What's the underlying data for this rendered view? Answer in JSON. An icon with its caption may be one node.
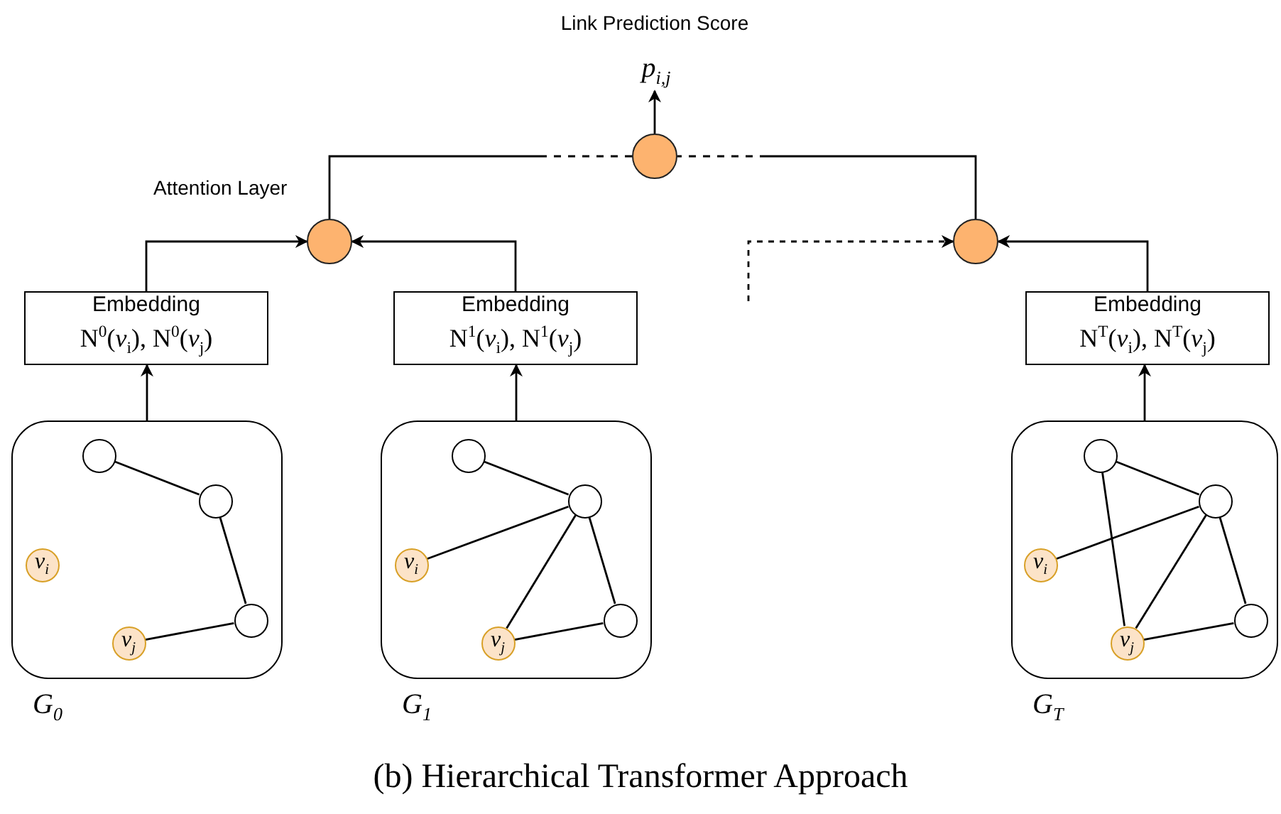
{
  "diagram": {
    "caption": "(b) Hierarchical Transformer Approach",
    "nodes": [
      {
        "text": [
          "p$_{i,j}$"
        ]
      },
      {
        "text": [],
        "shape": "circle"
      },
      {
        "text": [],
        "shape": "circle"
      },
      {
        "text": [],
        "shape": "circle"
      },
      {
        "text": [
          "Embedding",
          "N$^{0}$(*v*$_{i}$), N$^{0}$(*v*$_{j}$)"
        ]
      },
      {
        "text": [
          "Embedding",
          "N$^{1}$(*v*$_{i}$), N$^{1}$(*v*$_{j}$)"
        ]
      },
      {
        "text": [
          "Embedding",
          "N$^{T}$(*v*$_{i}$), N$^{T}$(*v*$_{j}$)"
        ]
      },
      {
        "text": [],
        "shape": "box",
        "beside": [
          "G$_{0}$"
        ]
      },
      {
        "text": [],
        "shape": "circle",
        "in": 7
      },
      {
        "text": [],
        "shape": "circle",
        "in": 7
      },
      {
        "text": [
          "v$_{i}$"
        ],
        "in": 7
      },
      {
        "text": [],
        "shape": "circle",
        "in": 7
      },
      {
        "text": [
          "v$_{j}$"
        ],
        "in": 7
      },
      {
        "text": [],
        "shape": "box",
        "beside": [
          "G$_{1}$"
        ]
      },
      {
        "text": [],
        "shape": "circle",
        "in": 13
      },
      {
        "text": [],
        "shape": "circle",
        "in": 13
      },
      {
        "text": [
          "v$_{i}$"
        ],
        "in": 13
      },
      {
        "text": [],
        "shape": "circle",
        "in": 13
      },
      {
        "text": [
          "v$_{j}$"
        ],
        "in": 13
      },
      {
        "text": [],
        "shape": "box",
        "beside": [
          "G$_{T}$"
        ]
      },
      {
        "text": [],
        "shape": "circle",
        "in": 19
      },
      {
        "text": [],
        "shape": "circle",
        "in": 19
      },
      {
        "text": [
          "v$_{i}$"
        ],
        "in": 19
      },
      {
        "text": [],
        "shape": "circle",
        "in": 19
      },
      {
        "text": [
          "v$_{j}$"
        ],
        "in": 19
      }
    ],
    "edges": [
      {
        "from": 1,
        "to": 0,
        "arrow": "to"
      },
      {
        "from": 2,
        "to": 1,
        "arrow": "none",
        "style": "dashed"
      },
      {
        "from": 3,
        "to": 1,
        "arrow": "none",
        "style": "dashed"
      },
      {
        "from": 4,
        "to": 2,
        "arrow": "to"
      },
      {
        "from": 5,
        "to": 2,
        "arrow": "to"
      },
      {
        "from": null,
        "to": 3,
        "arrow": "to",
        "style": "dashed"
      },
      {
        "from": 6,
        "to": 3,
        "arrow": "to"
      },
      {
        "from": 7,
        "to": 4,
        "arrow": "to"
      },
      {
        "from": 13,
        "to": 5,
        "arrow": "to"
      },
      {
        "from": 19,
        "to": 6,
        "arrow": "to"
      },
      {
        "from": 8,
        "to": 9,
        "arrow": "none"
      },
      {
        "from": 9,
        "to": 11,
        "arrow": "none"
      },
      {
        "from": 11,
        "to": 12,
        "arrow": "none"
      },
      {
        "from": 14,
        "to": 15,
        "arrow": "none"
      },
      {
        "from": 15,
        "to": 16,
        "arrow": "none"
      },
      {
        "from": 15,
        "to": 18,
        "arrow": "none"
      },
      {
        "from": 15,
        "to": 17,
        "arrow": "none"
      },
      {
        "from": 17,
        "to": 18,
        "arrow": "none"
      },
      {
        "from": 20,
        "to": 21,
        "arrow": "none"
      },
      {
        "from": 20,
        "to": 24,
        "arrow": "none"
      },
      {
        "from": 21,
        "to": 22,
        "arrow": "none"
      },
      {
        "from": 21,
        "to": 24,
        "arrow": "none"
      },
      {
        "from": 21,
        "to": 23,
        "arrow": "none"
      },
      {
        "from": 23,
        "to": 24,
        "arrow": "none"
      }
    ],
    "labels": [
      "Link Prediction Score",
      "Attention Layer"
    ]
  }
}
